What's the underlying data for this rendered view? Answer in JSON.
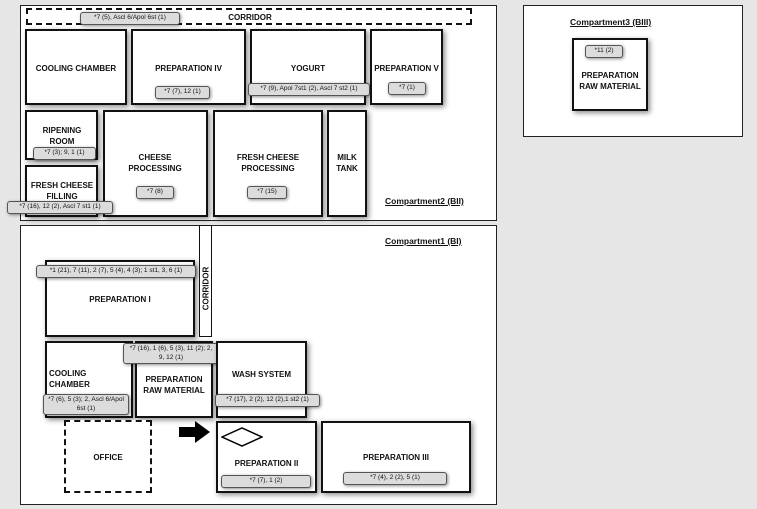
{
  "compartments": {
    "c1": "Compartment1 (BI)",
    "c2": "Compartment2 (BII)",
    "c3": "Compartment3 (BIII)"
  },
  "rooms": {
    "corridor_top": "CORRIDOR",
    "cooling_chamber_top": "COOLING CHAMBER",
    "prep4": "PREPARATION IV",
    "yogurt": "YOGURT",
    "prep5": "PREPARATION V",
    "ripening": "RIPENING ROOM",
    "cheese_processing": "CHEESE PROCESSING",
    "fresh_cheese_processing": "FRESH CHEESE PROCESSING",
    "milk_tank": "MILK TANK",
    "fresh_cheese_filling": "FRESH CHEESE FILLING",
    "prep_raw3": "PREPARATION RAW MATERIAL",
    "prep1": "PREPARATION I",
    "corridor_vert": "CORRIDOR",
    "cooling_chamber_b": "COOLING CHAMBER",
    "prep_raw1": "PREPARATION RAW MATERIAL",
    "wash": "WASH SYSTEM",
    "office": "OFFICE",
    "prep2": "PREPARATION II",
    "prep3": "PREPARATION III"
  },
  "tags": {
    "corridor_top": "*7 (5), Ascl 6/Apol 6st (1)",
    "prep4": "*7 (7), 12 (1)",
    "yogurt": "*7 (9), Apol 7st1 (2), Ascl 7 st2 (1)",
    "prep5": "*7 (1)",
    "ripening": "*7 (3); 9, 1 (1)",
    "cheese_processing": "*7 (8)",
    "fresh_cheese_processing": "*7 (15)",
    "fresh_cheese_filling": "*7 (16), 12 (2), Ascl 7 st1 (1)",
    "prep_raw3": "*11 (2)",
    "prep1": "*1 (21), 7 (11), 2 (7), 5 (4), 4 (3); 1 st1, 3, 6 (1)",
    "prep_raw1": "*7 (16), 1 (6), 5 (3), 11 (2); 2, 9, 12 (1)",
    "cooling_chamber_b": "*7 (6), 5 (3); 2, Ascl 6/Apol 6st (1)",
    "wash": "*7 (17), 2 (2), 12 (2),1 st2 (1)",
    "prep2": "*7 (7), 1 (2)",
    "prep3": "*7 (4), 2 (2), 5 (1)"
  },
  "icons": {
    "entrance": "arrow-right-icon",
    "marker": "diamond-icon"
  }
}
